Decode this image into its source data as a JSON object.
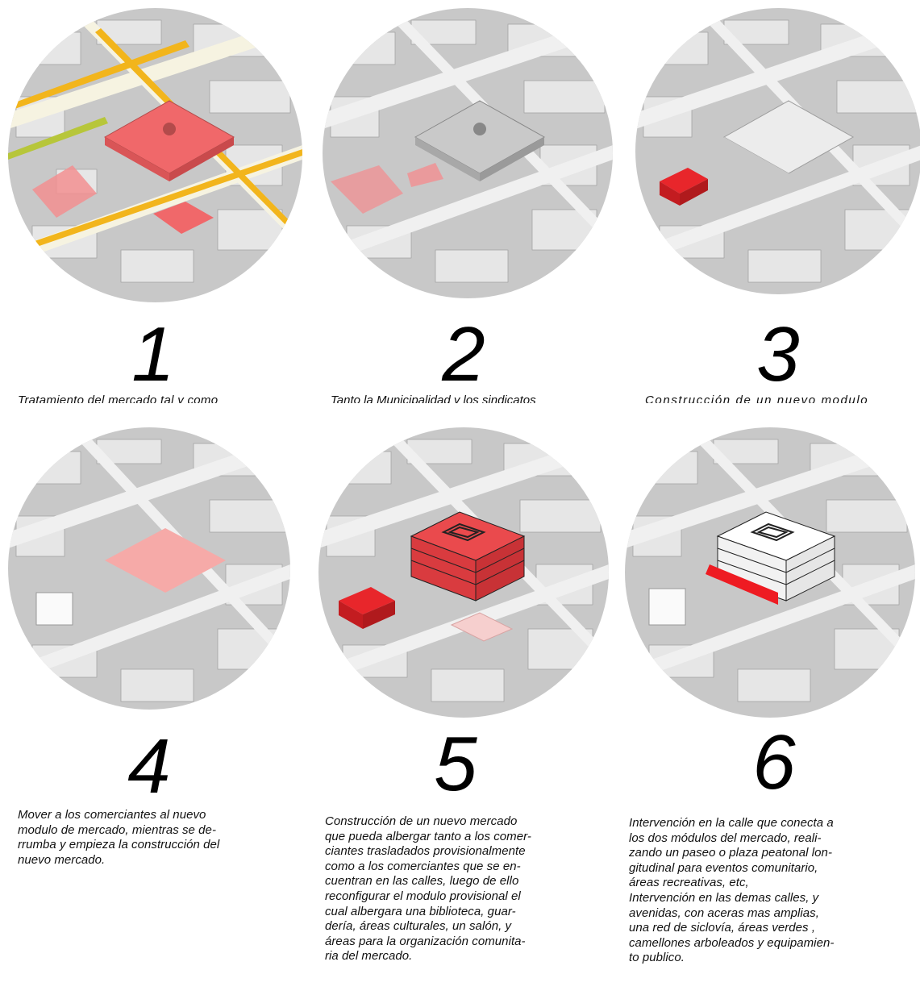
{
  "panels": [
    {
      "number": "1",
      "caption_visible": "Tratamiento del mercado tal y como",
      "highlight": "#f0686a"
    },
    {
      "number": "2",
      "caption_visible": "Tanto la Municipalidad y los sindicatos",
      "highlight": "#f28f91"
    },
    {
      "number": "3",
      "caption_visible": "Construcción de un nuevo modulo",
      "highlight": "#e8262b"
    },
    {
      "number": "4",
      "caption_lines": [
        "Mover a los comerciantes al nuevo",
        "modulo de mercado, mientras se de-",
        "rrumba y empieza la construcción del",
        "nuevo mercado."
      ],
      "highlight": "#f6aaa8"
    },
    {
      "number": "5",
      "caption_lines": [
        "Construcción de un nuevo mercado",
        "que pueda albergar tanto a los comer-",
        "ciantes trasladados provisionalmente",
        "como a los comerciantes que se en-",
        "cuentran en las calles, luego de ello",
        "reconfigurar el modulo provisional el",
        "cual albergara una biblioteca, guar-",
        "dería, áreas culturales, un salón, y",
        "áreas para la organización comunita-",
        "ria del mercado."
      ],
      "highlight": "#ea4a4d"
    },
    {
      "number": "6",
      "caption_lines": [
        "Intervención en la calle que conecta a",
        "los dos módulos del mercado, reali-",
        "zando un paseo o plaza peatonal lon-",
        "gitudinal para eventos comunitario,",
        "áreas recreativas, etc,",
        "Intervención en las demas calles, y",
        "avenidas, con aceras mas amplias,",
        "una red de siclovía, áreas verdes ,",
        "camellones arboleados y equipamien-",
        "to publico."
      ],
      "highlight": "#ee1b22"
    }
  ],
  "colors": {
    "street_yellow": "#f2b51c",
    "street_green": "#b7c63a",
    "building": "#d9d9d9",
    "building_dark": "#bdbdbd",
    "red": "#e8262b"
  }
}
